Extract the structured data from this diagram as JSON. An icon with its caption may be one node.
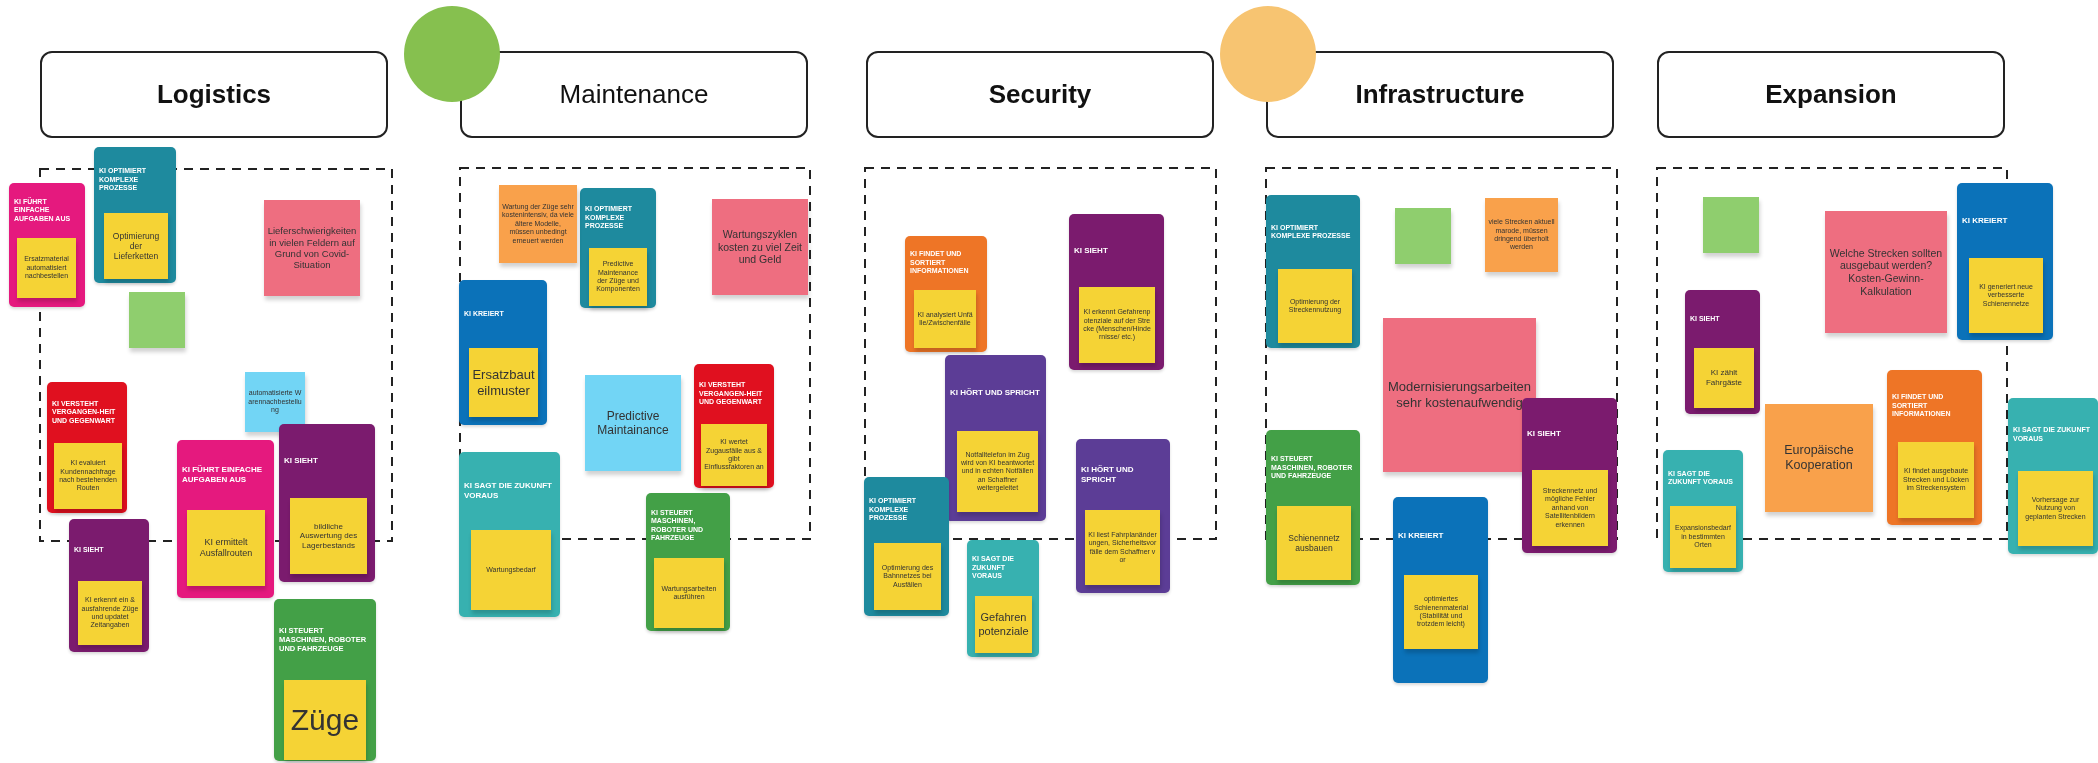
{
  "diagram": {
    "nodes": [
      {
        "text": [
          "Logistics"
        ]
      },
      {
        "text": [],
        "shape": "circle"
      },
      {
        "text": [
          "Maintenance"
        ]
      },
      {
        "text": [
          "Security"
        ]
      },
      {
        "text": [],
        "shape": "circle"
      },
      {
        "text": [
          "Infrastructure"
        ]
      },
      {
        "text": [
          "Expansion"
        ]
      },
      {
        "text": [
          "KI OPTIMIERT KOMPLEXE PROZESSE"
        ]
      },
      {
        "text": [
          "Optimierung der Lieferketten"
        ],
        "in": 7
      },
      {
        "text": [
          "KI FÜHRT EINFACHE AUFGABEN AUS"
        ]
      },
      {
        "text": [
          "Ersatzmaterial automatisiert nachbestellen"
        ],
        "in": 9
      },
      {
        "text": [
          "Lieferschwierigkeiten in vielen Feldern auf Grund von Covid-Situation"
        ]
      },
      {
        "text": [],
        "shape": "box"
      },
      {
        "text": [
          "automatisierte Warennachbestellung"
        ]
      },
      {
        "text": [
          "KI VERSTEHT VERGANGEN-HEIT UND GEGENWART"
        ]
      },
      {
        "text": [
          "KI evaluiert Kundennachfrage nach bestehenden Routen"
        ],
        "in": 14
      },
      {
        "text": [
          "KI SIEHT"
        ]
      },
      {
        "text": [
          "bildliche Auswertung des Lagerbestands"
        ],
        "in": 16
      },
      {
        "text": [
          "KI FÜHRT EINFACHE AUFGABEN AUS"
        ]
      },
      {
        "text": [
          "KI ermittelt Ausfallrouten"
        ],
        "in": 18
      },
      {
        "text": [
          "KI SIEHT"
        ]
      },
      {
        "text": [
          "KI erkennt ein & ausfahrende Züge und updatet Zeitangaben"
        ],
        "in": 20
      },
      {
        "text": [
          "KI STEUERT MASCHINEN, ROBOTER UND FAHRZEUGE"
        ]
      },
      {
        "text": [
          "Züge"
        ],
        "in": 22
      },
      {
        "text": [
          "KI OPTIMIERT KOMPLEXE PROZESSE"
        ]
      },
      {
        "text": [
          "Predictive Maintenance der Züge und Komponenten"
        ],
        "in": 24
      },
      {
        "text": [
          "Wartung der Züge sehr kostenintensiv, da viele ältere Modelle, müssen unbedingt erneuert werden"
        ]
      },
      {
        "text": [
          "Wartungszyklen kosten zu viel Zeit und Geld"
        ]
      },
      {
        "text": [
          "KI KREIERT"
        ]
      },
      {
        "text": [
          "Ersatzbauteilmuster"
        ],
        "in": 28
      },
      {
        "text": [
          "KI VERSTEHT VERGANGEN-HEIT UND GEGENWART"
        ]
      },
      {
        "text": [
          "KI wertet Zugausfälle aus & gibt Einflussfaktoren an"
        ],
        "in": 30
      },
      {
        "text": [
          "Predictive Maintainance"
        ]
      },
      {
        "text": [
          "KI SAGT DIE ZUKUNFT VORAUS"
        ]
      },
      {
        "text": [
          "Wartungsbedarf"
        ],
        "in": 33
      },
      {
        "text": [
          "KI STEUERT MASCHINEN, ROBOTER UND FAHRZEUGE"
        ]
      },
      {
        "text": [
          "Wartungsarbeiten ausführen"
        ],
        "in": 35
      },
      {
        "text": [
          "KI SIEHT"
        ]
      },
      {
        "text": [
          "KI erkennt Gefahrenpotenziale auf der Strecke (Menschen/Hindernisse/ etc.)"
        ],
        "in": 37
      },
      {
        "text": [
          "KI FINDET UND SORTIERT INFORMATIONEN"
        ]
      },
      {
        "text": [
          "KI analysiert Unfälle/Zwischenfälle"
        ],
        "in": 39
      },
      {
        "text": [
          "KI HÖRT UND SPRICHT"
        ]
      },
      {
        "text": [
          "Notfalltelefon im Zug wird von KI beantwortet und in echten Notfällen an Schaffner weitergeleitet"
        ],
        "in": 41
      },
      {
        "text": [
          "KI HÖRT UND SPRICHT"
        ]
      },
      {
        "text": [
          "KI liest Fahrplanänderungen, Sicherheitsvorfälle dem Schaffner vor"
        ],
        "in": 43
      },
      {
        "text": [
          "KI OPTIMIERT KOMPLEXE PROZESSE"
        ]
      },
      {
        "text": [
          "Optimierung des Bahnnetzes bei Ausfällen"
        ],
        "in": 45
      },
      {
        "text": [
          "KI SAGT DIE ZUKUNFT VORAUS"
        ]
      },
      {
        "text": [
          "Gefahrenpotenziale"
        ],
        "in": 47
      },
      {
        "text": [
          "KI OPTIMIERT KOMPLEXE PROZESSE"
        ]
      },
      {
        "text": [
          "Optimierung der Streckennutzung"
        ],
        "in": 49
      },
      {
        "text": [],
        "shape": "box"
      },
      {
        "text": [
          "viele Strecken aktuell marode, müssen dringend überholt werden"
        ]
      },
      {
        "text": [
          "Modernisierungsarbeiten sehr kostenaufwendig"
        ]
      },
      {
        "text": [
          "KI SIEHT"
        ]
      },
      {
        "text": [
          "Streckennetz und mögliche Fehler anhand von Satellitenbildern erkennen"
        ],
        "in": 54
      },
      {
        "text": [
          "KI STEUERT MASCHINEN, ROBOTER UND FAHRZEUGE"
        ]
      },
      {
        "text": [
          "Schienennetz ausbauen"
        ],
        "in": 56
      },
      {
        "text": [
          "KI KREIERT"
        ]
      },
      {
        "text": [
          "optimiertes Schienenmaterial (Stabilität und trotzdem leicht)"
        ],
        "in": 58
      },
      {
        "text": [
          "KI KREIERT"
        ]
      },
      {
        "text": [
          "KI generiert neue verbesserte Schienennetze"
        ],
        "in": 60
      },
      {
        "text": [],
        "shape": "box"
      },
      {
        "text": [
          "Welche Strecken sollten ausgebaut werden? Kosten-Gewinn-Kalkulation"
        ]
      },
      {
        "text": [
          "KI SIEHT"
        ]
      },
      {
        "text": [
          "KI zählt Fahrgäste"
        ],
        "in": 64
      },
      {
        "text": [
          "KI FINDET UND SORTIERT INFORMATIONEN"
        ]
      },
      {
        "text": [
          "KI findet ausgebaute Strecken und Lücken im Streckensystem"
        ],
        "in": 66
      },
      {
        "text": [
          "KI SAGT DIE ZUKUNFT VORAUS"
        ]
      },
      {
        "text": [
          "Vorhersage zur Nutzung von geplanten Strecken"
        ],
        "in": 68
      },
      {
        "text": [
          "Europäische Kooperation"
        ]
      },
      {
        "text": [
          "KI SAGT DIE ZUKUNFT VORAUS"
        ]
      },
      {
        "text": [
          "Expansionsbedarf in bestimmten Orten"
        ],
        "in": 71
      }
    ]
  }
}
